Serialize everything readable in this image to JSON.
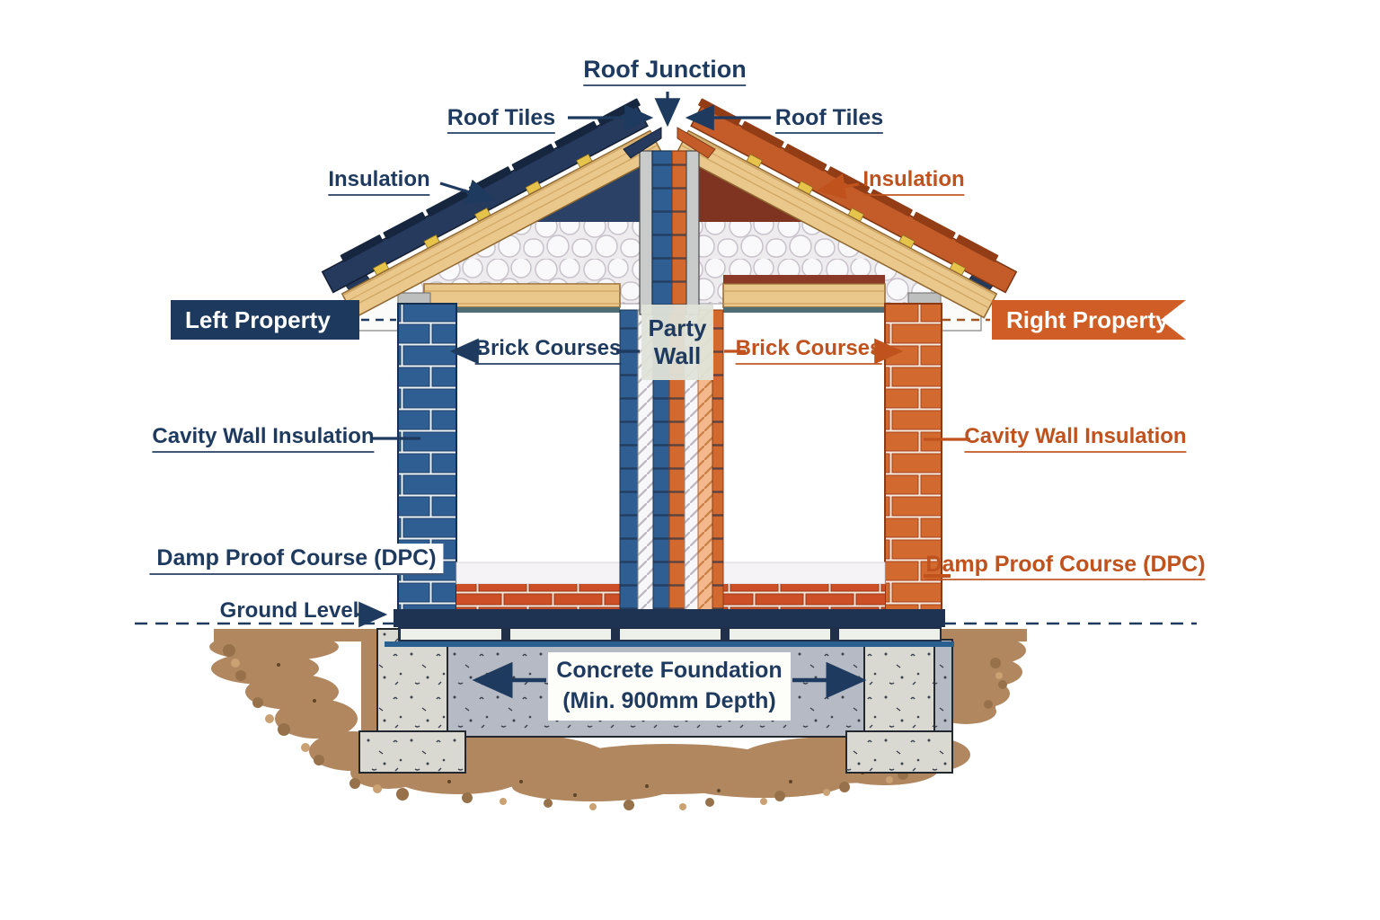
{
  "labels": {
    "roof_junction": "Roof Junction",
    "roof_tiles_left": "Roof Tiles",
    "roof_tiles_right": "Roof Tiles",
    "insulation_left": "Insulation",
    "insulation_right": "Insulation",
    "left_property": "Left Property",
    "right_property": "Right Property",
    "brick_courses_left": "Brick Courses",
    "brick_courses_right": "Brick Courses",
    "party_wall_line1": "Party",
    "party_wall_line2": "Wall",
    "cavity_wall_insulation_left": "Cavity Wall Insulation",
    "cavity_wall_insulation_right": "Cavity Wall Insulation",
    "damp_proof_course_left": "Damp Proof Course (DPC)",
    "damp_proof_course_right": "Damp Proof Course (DPC)",
    "ground_level": "Ground Level",
    "foundation_line1": "Concrete Foundation",
    "foundation_line2": "(Min. 900mm Depth)"
  },
  "colors": {
    "navy_text": "#1e3a5f",
    "orange_text": "#c0521d",
    "left_property_banner": "#1d3a5e",
    "right_property_banner": "#d05d26",
    "left_brick": "#2e5e92",
    "right_brick": "#d2692f",
    "roof_tiles_left": "#253a5c",
    "roof_tiles_right": "#c35c28",
    "wood": "#eac88c",
    "concrete": "#b5bac4",
    "soil": "#b18760",
    "dpc_band": "#1e3252"
  }
}
